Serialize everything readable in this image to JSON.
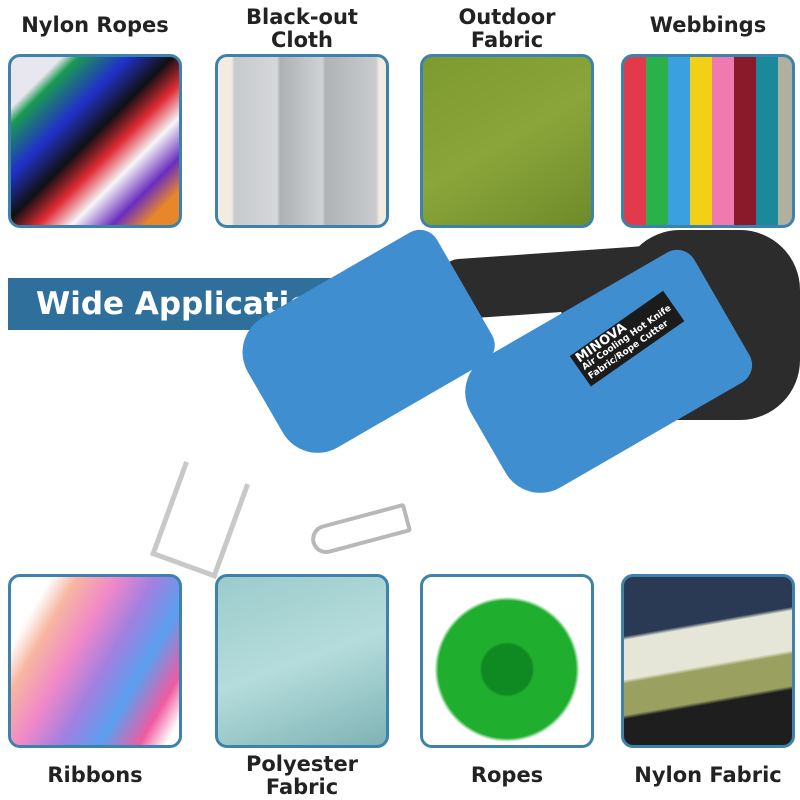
{
  "categories": [
    {
      "label": "Nylon Ropes",
      "colors": [
        "#1a9a52",
        "#2031c8",
        "#111",
        "#e02a35",
        "#f5f5f5",
        "#6b2ec0",
        "#e8872a",
        "#c8a870"
      ]
    },
    {
      "label": "Black-out\nCloth",
      "colors": [
        "#f1ebe0",
        "#c7cacd",
        "#aeb1b4"
      ]
    },
    {
      "label": "Outdoor\nFabric",
      "colors": [
        "#8aa63a",
        "#6e8b2a"
      ]
    },
    {
      "label": "Webbings",
      "colors": [
        "#e23a4a",
        "#2bb04a",
        "#3aa0e0",
        "#f2d018",
        "#f07ab0",
        "#8a1a2a",
        "#1a8a9a",
        "#b0b0a0"
      ]
    },
    {
      "label": "Ribbons",
      "colors": [
        "#f7b6a0",
        "#f088c8",
        "#a080e0",
        "#5aa0f0",
        "#f05aa0"
      ]
    },
    {
      "label": "Polyester\nFabric",
      "colors": [
        "#9ccbcb",
        "#7fb3b5"
      ]
    },
    {
      "label": "Ropes",
      "colors": [
        "#1fae2e",
        "#0f8a22"
      ]
    },
    {
      "label": "Nylon Fabric",
      "colors": [
        "#2a3a55",
        "#e6e6d8",
        "#9aa060",
        "#1e1e1e"
      ]
    }
  ],
  "banner": {
    "text": "Wide Application",
    "color": "#2f6f9b"
  },
  "product": {
    "brand": "MINOVA",
    "line1": "Air Cooling Hot Knife",
    "line2": "Fabric/Rope Cutter",
    "body_color": "#3f8fd0"
  },
  "frame_color": "#3d82aa"
}
